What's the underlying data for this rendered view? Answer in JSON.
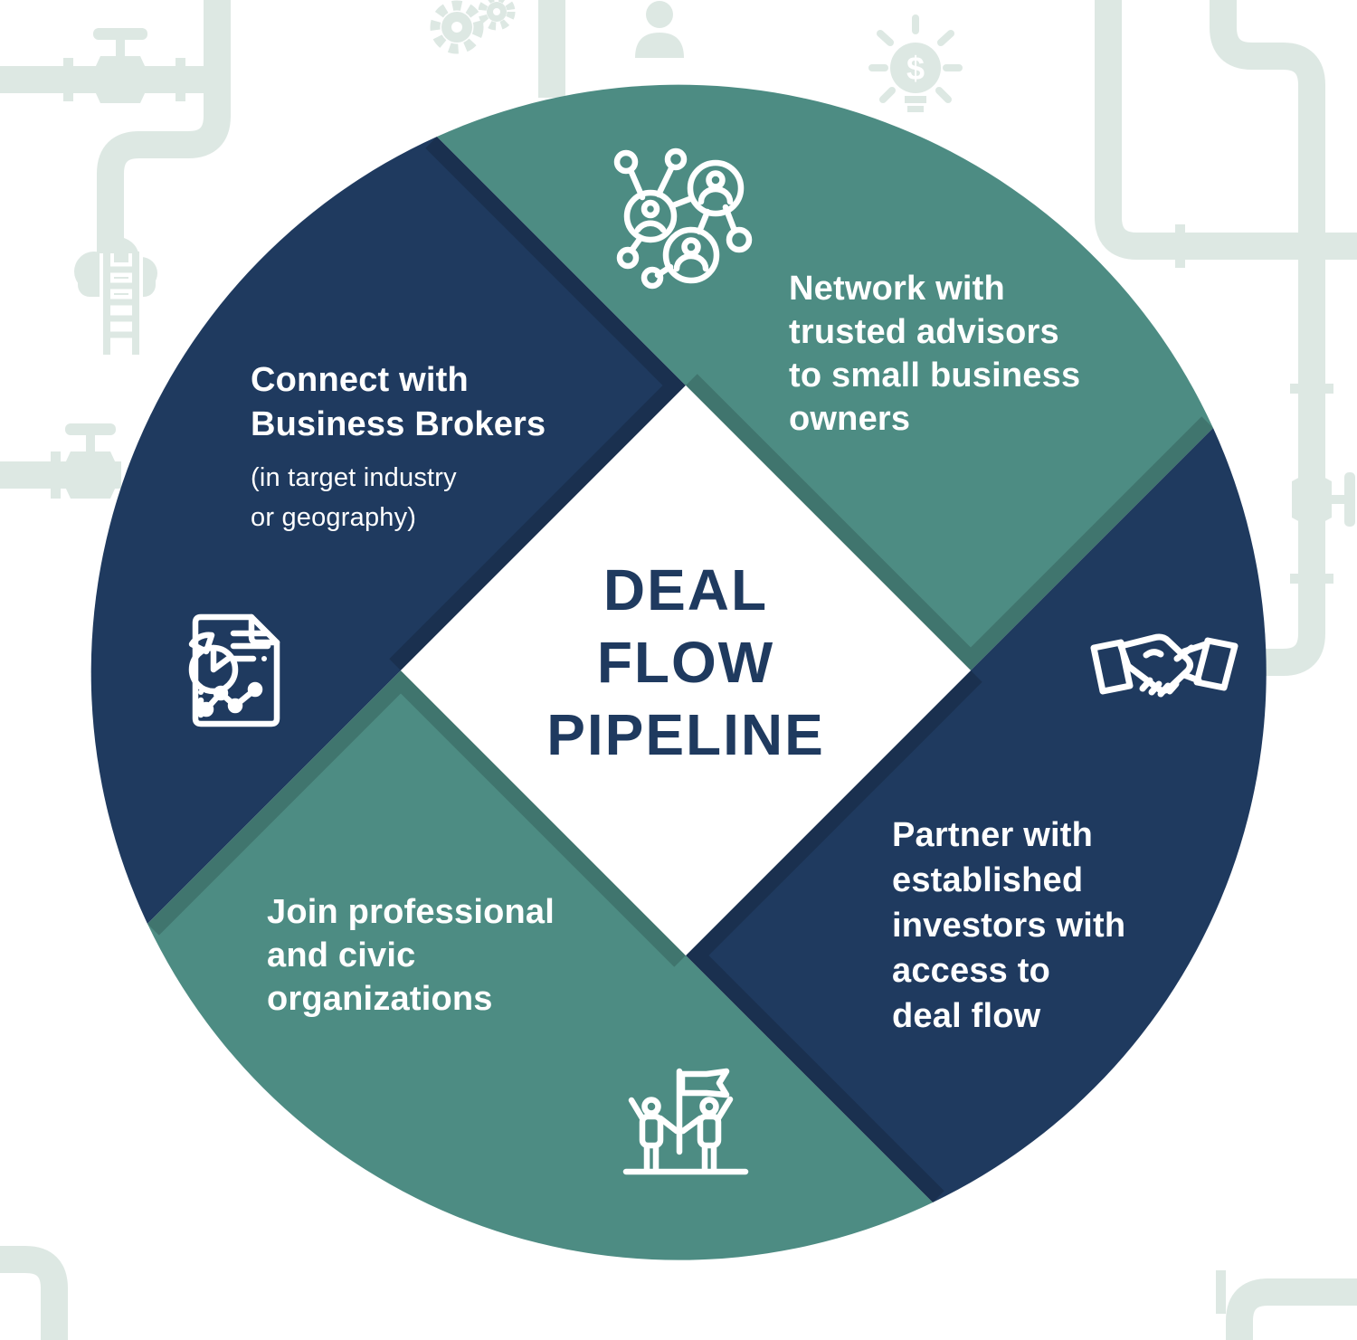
{
  "title": {
    "lines": [
      "DEAL",
      "FLOW",
      "PIPELINE"
    ]
  },
  "quadrants": {
    "top_left": {
      "lines": [
        "Connect with",
        "Business Brokers"
      ],
      "sub_lines": [
        "(in target industry",
        "or geography)"
      ],
      "icon": "report-chart-icon"
    },
    "top_right": {
      "lines": [
        "Network with",
        "trusted advisors",
        "to small business",
        "owners"
      ],
      "icon": "people-network-icon"
    },
    "bottom_right": {
      "lines": [
        "Partner with",
        "established",
        "investors with",
        "access to",
        "deal flow"
      ],
      "icon": "handshake-icon"
    },
    "bottom_left": {
      "lines": [
        "Join professional",
        "and civic",
        "organizations"
      ],
      "icon": "team-flag-icon"
    }
  },
  "background": {
    "dollar_sign": "$"
  },
  "colors": {
    "navy": "#1f3a5f",
    "teal": "#4d8c83",
    "pale": "#dde8e3",
    "white": "#ffffff",
    "title_text": "#1f3a5f"
  }
}
